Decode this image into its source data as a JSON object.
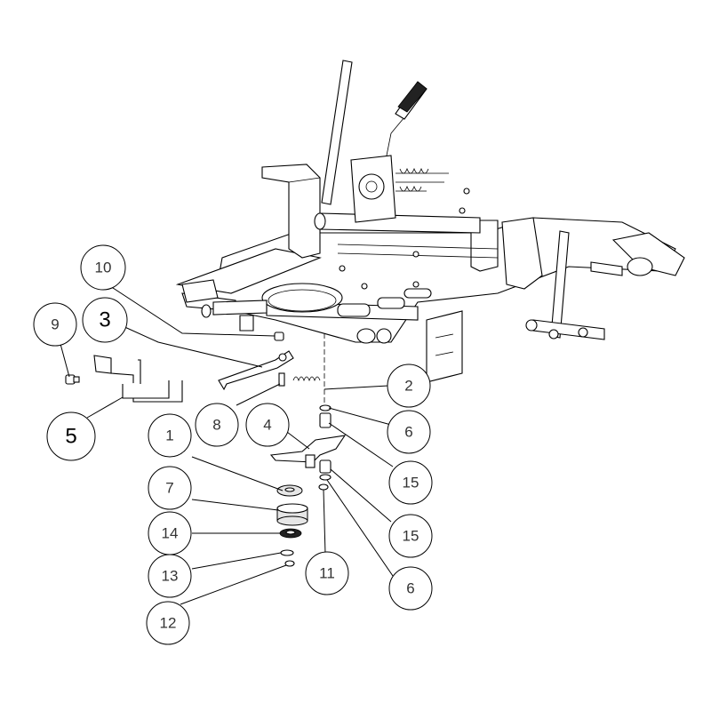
{
  "callouts": [
    {
      "label": "10"
    },
    {
      "label": "9"
    },
    {
      "label": "3"
    },
    {
      "label": "5"
    },
    {
      "label": "8"
    },
    {
      "label": "2"
    },
    {
      "label": "6"
    },
    {
      "label": "4"
    },
    {
      "label": "15"
    },
    {
      "label": "1"
    },
    {
      "label": "7"
    },
    {
      "label": "15"
    },
    {
      "label": "14"
    },
    {
      "label": "13"
    },
    {
      "label": "11"
    },
    {
      "label": "6"
    },
    {
      "label": "12"
    }
  ]
}
